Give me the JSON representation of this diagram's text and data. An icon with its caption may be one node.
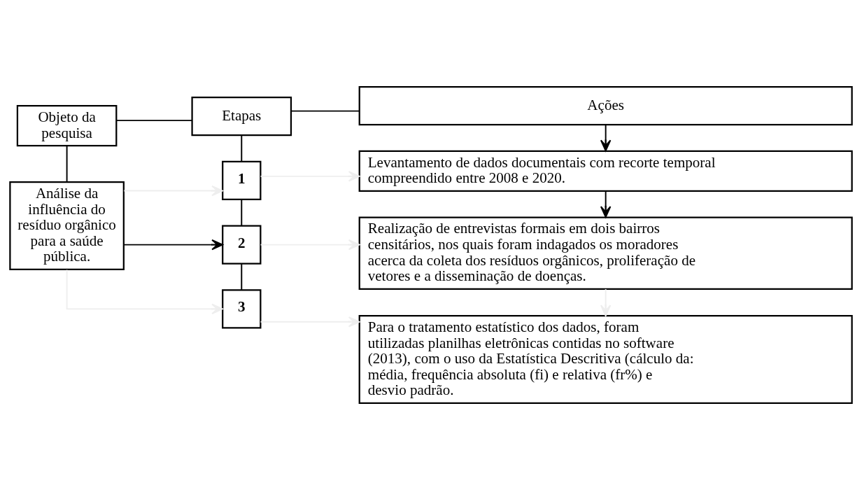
{
  "diagram": {
    "nodes": [
      {
        "text": [
          "Objeto da pesquisa"
        ]
      },
      {
        "text": [
          "Etapas"
        ]
      },
      {
        "text": [
          "Ações"
        ]
      },
      {
        "text": [
          "Levantamento de dados documentais com recorte temporal compreendido entre 2008 e 2020."
        ]
      },
      {
        "text": [
          "1"
        ]
      },
      {
        "text": [
          "Análise da influência do resíduo orgânico para a saúde pública."
        ]
      },
      {
        "text": [
          "2"
        ]
      },
      {
        "text": [
          "Realização de entrevistas formais em dois bairros censitários, nos quais foram indagados os moradores acerca da coleta dos resíduos orgânicos, proliferação de vetores e a disseminação de doenças."
        ]
      },
      {
        "text": [
          "3"
        ]
      },
      {
        "text": [
          "Para o tratamento estatístico dos dados, foram utilizadas planilhas eletrônicas contidas no software (2013), com o uso da Estatística Descritiva (cálculo da: média, frequência absoluta (fi) e relativa (fr%) e desvio padrão."
        ]
      }
    ],
    "edges": [
      {
        "from": 0,
        "to": 1,
        "arrow": "none"
      },
      {
        "from": 1,
        "to": 2,
        "arrow": "none"
      },
      {
        "from": 0,
        "to": 5,
        "arrow": "none"
      },
      {
        "from": 1,
        "to": 4,
        "arrow": "none"
      },
      {
        "from": 2,
        "to": 3,
        "arrow": "to"
      },
      {
        "from": 4,
        "to": 6,
        "arrow": "none"
      },
      {
        "from": 3,
        "to": 7,
        "arrow": "to"
      },
      {
        "from": 5,
        "to": 4,
        "arrow": "to",
        "color": "#eeeeee"
      },
      {
        "from": 4,
        "to": 3,
        "arrow": "to",
        "color": "#eeeeee"
      },
      {
        "from": 5,
        "to": 6,
        "arrow": "to"
      },
      {
        "from": 6,
        "to": 7,
        "arrow": "to",
        "color": "#eeeeee"
      },
      {
        "from": 7,
        "to": 9,
        "arrow": "to",
        "color": "#eeeeee"
      },
      {
        "from": 6,
        "to": 8,
        "arrow": "none"
      },
      {
        "from": 5,
        "to": 8,
        "arrow": "to",
        "color": "#eeeeee"
      },
      {
        "from": 8,
        "to": 9,
        "arrow": "to",
        "color": "#eeeeee"
      }
    ]
  }
}
